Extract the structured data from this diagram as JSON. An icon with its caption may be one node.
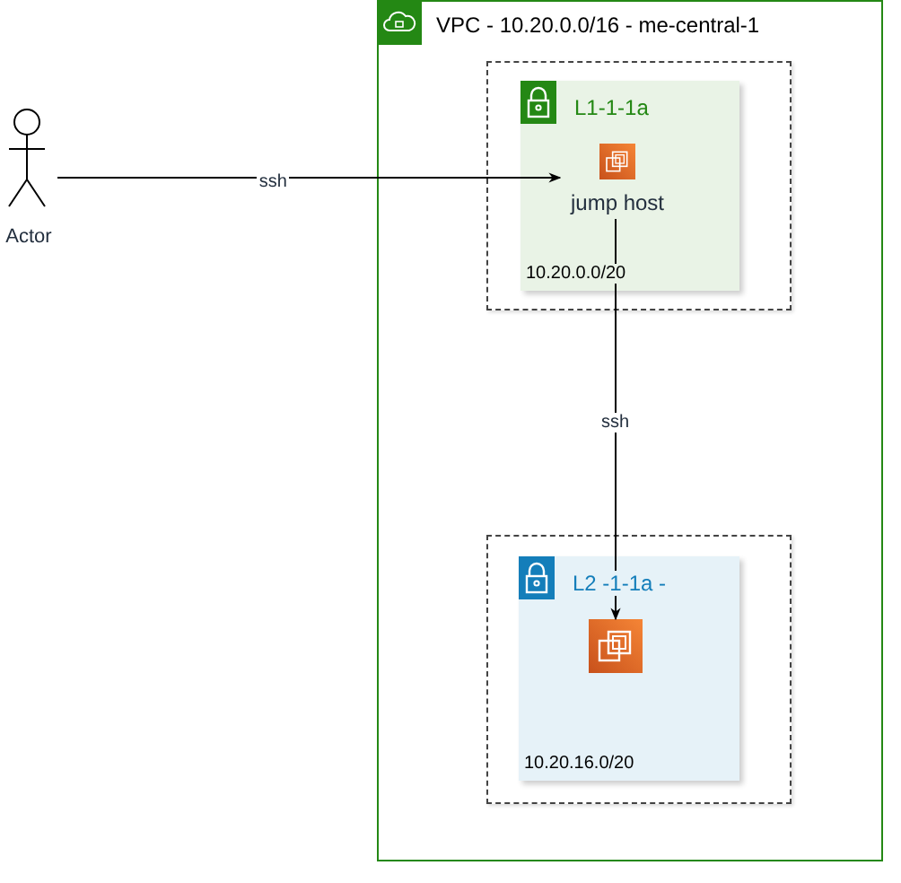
{
  "diagram": {
    "nodes": [
      {
        "text": [
          "Actor"
        ]
      },
      {
        "text": [
          "VPC - 10.20.0.0/16 - me-central-1"
        ]
      },
      {
        "text": [],
        "shape": "box",
        "in": 1
      },
      {
        "text": [
          "L1-1-1a",
          "10.20.0.0/20"
        ],
        "in": 2
      },
      {
        "text": [
          "jump host"
        ],
        "in": 3
      },
      {
        "text": [],
        "shape": "box",
        "in": 1
      },
      {
        "text": [
          "L2 -1-1a -",
          "10.20.16.0/20"
        ],
        "in": 5
      },
      {
        "text": [],
        "shape": "box",
        "in": 6
      }
    ],
    "edges": [
      {
        "from": 0,
        "to": 4,
        "arrow": "to",
        "label": "ssh"
      },
      {
        "from": 4,
        "to": 7,
        "arrow": "to",
        "label": "ssh"
      }
    ]
  }
}
